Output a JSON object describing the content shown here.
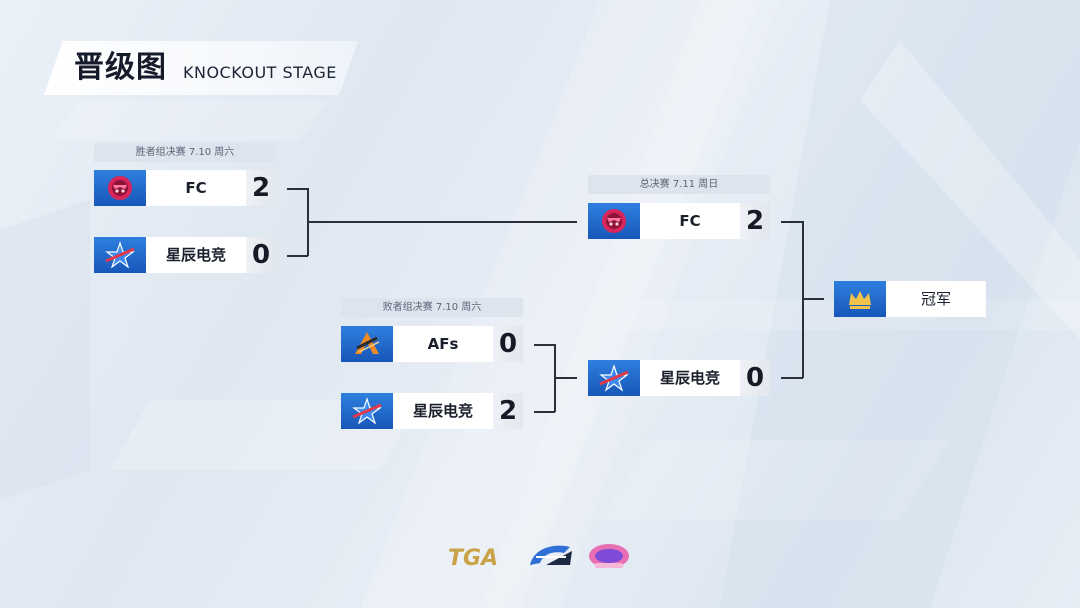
{
  "header": {
    "title": "晋级图",
    "subtitle": "KNOCKOUT STAGE"
  },
  "matches": {
    "winners_final": {
      "label": "胜者组决赛  7.10  周六",
      "teams": [
        {
          "name": "FC",
          "score": "2",
          "logo": "fc-logo-icon"
        },
        {
          "name": "星辰电竞",
          "score": "0",
          "logo": "xingchen-logo-icon"
        }
      ]
    },
    "losers_final": {
      "label": "败者组决赛  7.10  周六",
      "teams": [
        {
          "name": "AFs",
          "score": "0",
          "logo": "afs-logo-icon"
        },
        {
          "name": "星辰电竞",
          "score": "2",
          "logo": "xingchen-logo-icon"
        }
      ]
    },
    "grand_final": {
      "label": "总决赛  7.11  周日",
      "teams": [
        {
          "name": "FC",
          "score": "2",
          "logo": "fc-logo-icon"
        },
        {
          "name": "星辰电竞",
          "score": "0",
          "logo": "xingchen-logo-icon"
        }
      ]
    }
  },
  "champion": {
    "label": "冠军",
    "icon": "crown-icon"
  },
  "colors": {
    "logo_blue": "#1f67c9",
    "line": "#2a2f3a",
    "label_bg": "#dde4ed"
  },
  "sponsors": [
    {
      "name": "TGA",
      "icon": "tga-logo-icon"
    },
    {
      "name": "",
      "icon": "racing-logo-icon"
    },
    {
      "name": "",
      "icon": "event-logo-icon"
    }
  ]
}
